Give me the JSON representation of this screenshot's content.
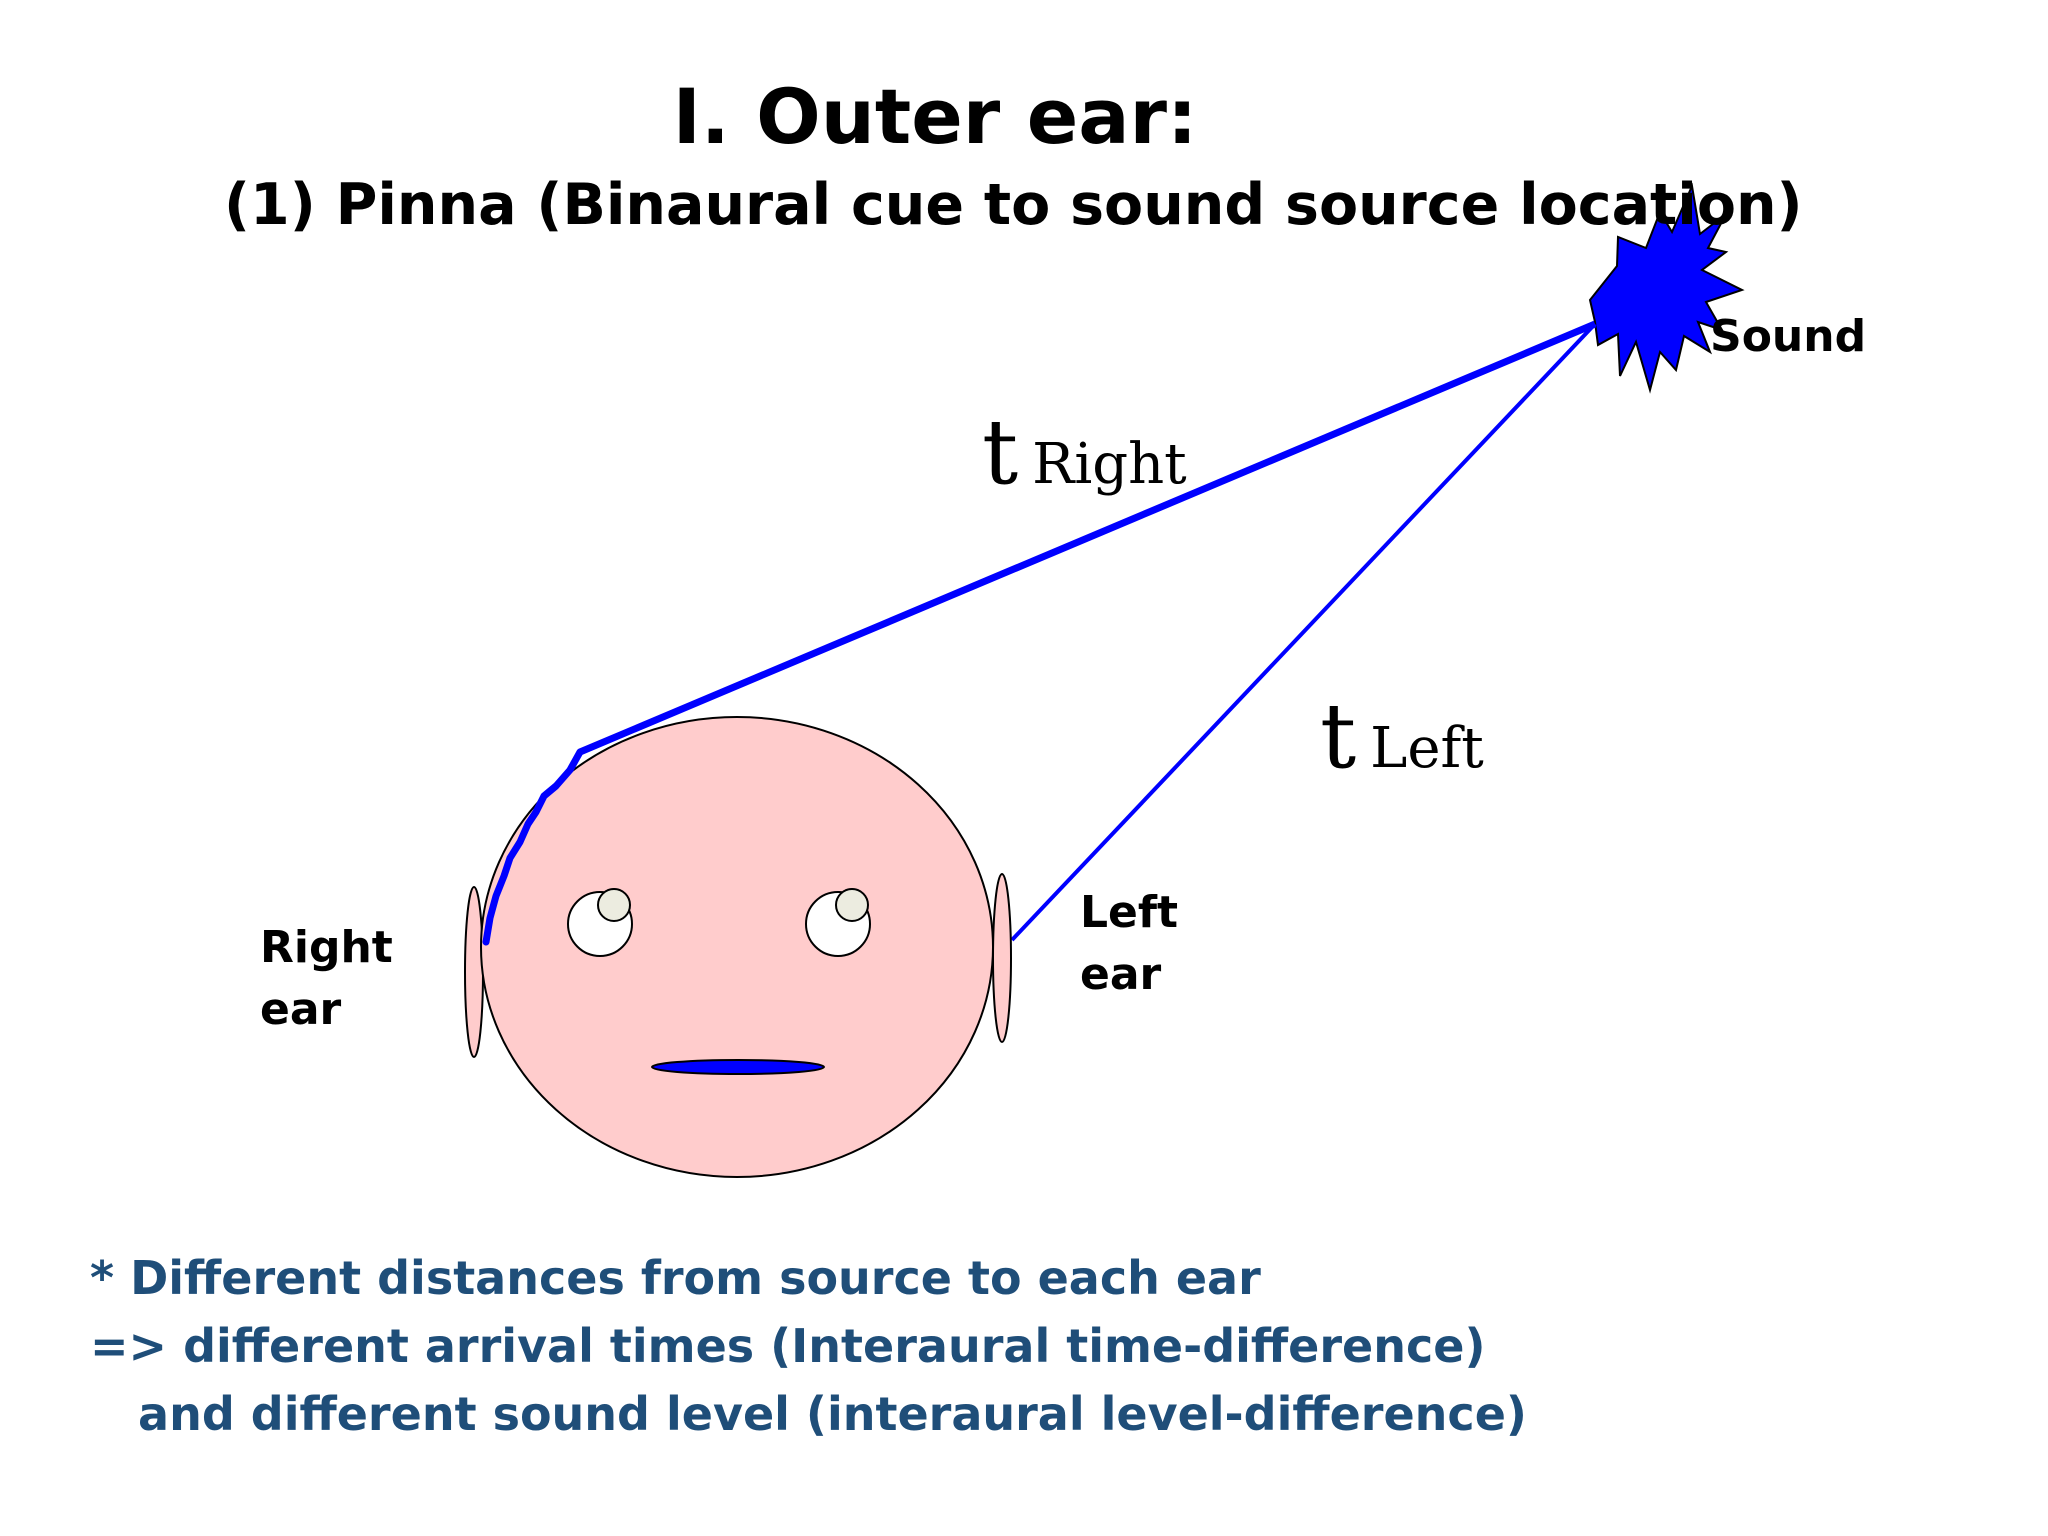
{
  "title": "I. Outer ear:",
  "subtitle": "(1) Pinna (Binaural cue to sound source location)",
  "labels": {
    "sound": "Sound",
    "t_symbol": "t",
    "t_right_sub": "Right",
    "t_left_sub": "Left",
    "right_ear": [
      "Right",
      "ear"
    ],
    "left_ear": [
      "Left",
      "ear"
    ]
  },
  "notes": [
    "* Different distances from source to each ear",
    "=> different arrival times (Interaural time-difference)",
    "   and different sound level (interaural level-difference)"
  ],
  "colors": {
    "line": "#0000ff",
    "head_fill": "#ffcccc",
    "note_text": "#1f4e79",
    "star_fill": "#0000ff"
  }
}
